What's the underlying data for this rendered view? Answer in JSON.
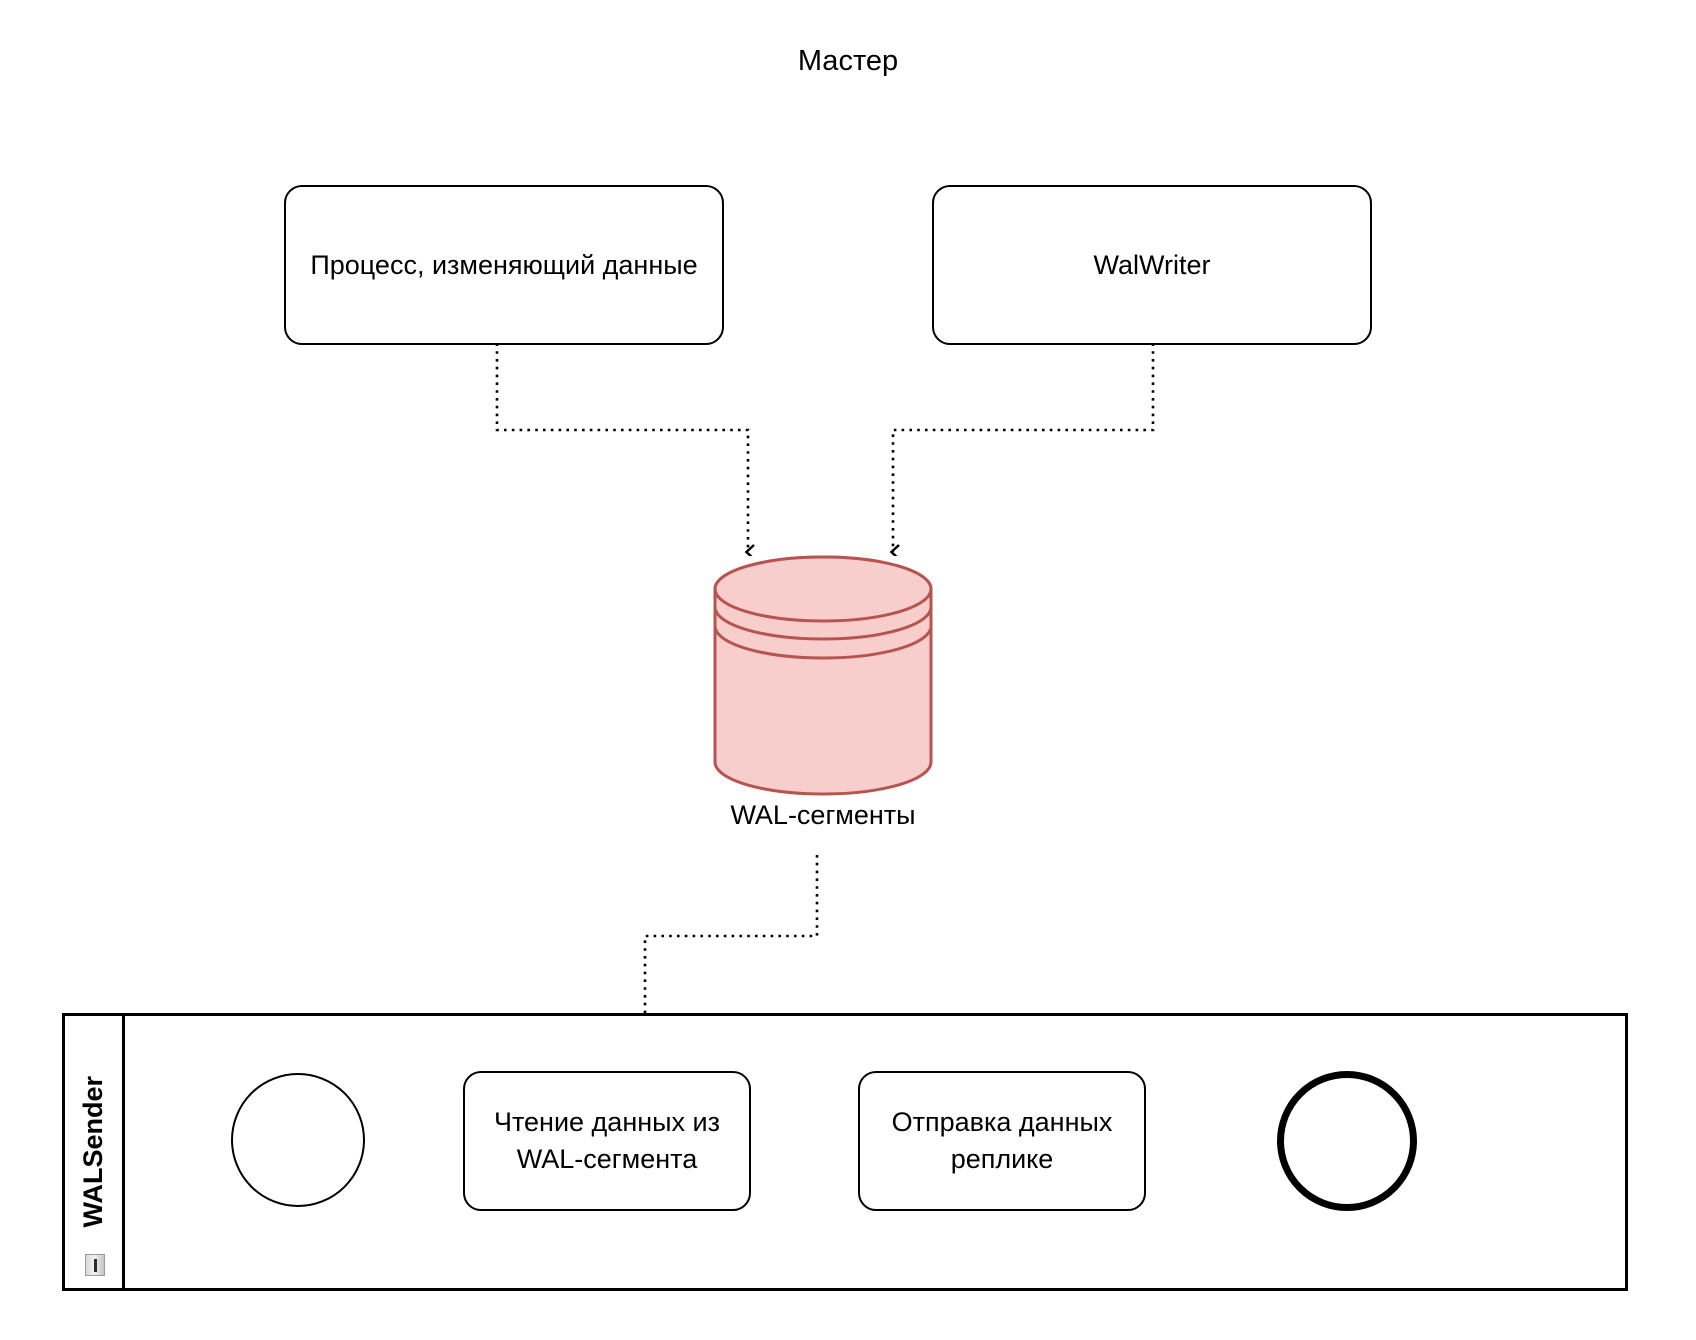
{
  "diagram": {
    "title": "Мастер",
    "type": "bpmn-collaboration",
    "colors": {
      "stroke": "#000000",
      "datastore_fill": "#f8cecc",
      "datastore_stroke": "#b85450",
      "background": "#ffffff"
    }
  },
  "master": {
    "nodes": [
      {
        "id": "writer-process",
        "label": "Процесс, изменяющий данные",
        "shape": "rounded-rectangle"
      },
      {
        "id": "walwriter",
        "label": "WalWriter",
        "shape": "rounded-rectangle"
      }
    ],
    "datastore": {
      "id": "wal-segments",
      "label": "WAL-сегменты",
      "shape": "cylinder",
      "fill": "#f8cecc",
      "stroke": "#b85450"
    }
  },
  "pool": {
    "name": "WALSender",
    "marker_icon": "collapse-marker-icon",
    "flow": {
      "start_event": {
        "id": "start-event",
        "label": "",
        "type": "start"
      },
      "tasks": [
        {
          "id": "task-read-wal",
          "label": "Чтение данных из WAL-сегмента"
        },
        {
          "id": "task-send-replica",
          "label": "Отправка данных реплике"
        }
      ],
      "end_event": {
        "id": "end-event",
        "label": "",
        "type": "end"
      }
    }
  },
  "connectors": [
    {
      "id": "flow-writer-to-wal",
      "from": "writer-process",
      "to": "wal-segments",
      "style": "dotted",
      "arrow": "open"
    },
    {
      "id": "flow-walwriter-to-wal",
      "from": "walwriter",
      "to": "wal-segments",
      "style": "dotted",
      "arrow": "open"
    },
    {
      "id": "flow-wal-to-read",
      "from": "wal-segments",
      "to": "task-read-wal",
      "style": "dotted",
      "arrow": "open"
    },
    {
      "id": "seq-start-to-read",
      "from": "start-event",
      "to": "task-read-wal",
      "style": "solid",
      "arrow": "filled"
    },
    {
      "id": "seq-read-to-send",
      "from": "task-read-wal",
      "to": "task-send-replica",
      "style": "solid",
      "arrow": "filled"
    },
    {
      "id": "seq-send-to-end",
      "from": "task-send-replica",
      "to": "end-event",
      "style": "solid",
      "arrow": "filled"
    }
  ]
}
